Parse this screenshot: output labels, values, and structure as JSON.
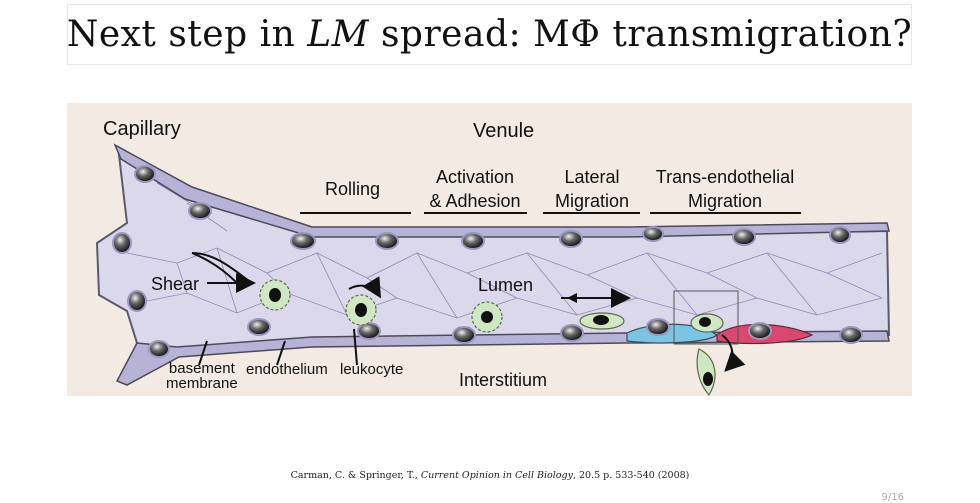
{
  "slide": {
    "title_pre": "Next step in ",
    "title_em": "LM",
    "title_post": " spread: MΦ transmigration?",
    "page": "9/16"
  },
  "diagram": {
    "labels": {
      "capillary": "Capillary",
      "venule": "Venule",
      "rolling": "Rolling",
      "activation_line1": "Activation",
      "activation_line2": "& Adhesion",
      "lateral_line1": "Lateral",
      "lateral_line2": "Migration",
      "trans_line1": "Trans-endothelial",
      "trans_line2": "Migration",
      "shear": "Shear",
      "lumen": "Lumen",
      "basement_line1": "basement",
      "basement_line2": "membrane",
      "endothelium": "endothelium",
      "leukocyte": "leukocyte",
      "interstitium": "Interstitium"
    },
    "colors": {
      "background": "#f3ebe3",
      "vessel_fill": "#dcd8ec",
      "cell_outline": "#9a96c0",
      "leukocyte_fill": "#cfe7c2",
      "blue_cell": "#7cc4e4",
      "red_cell": "#d9486e"
    }
  },
  "citation": {
    "authors": "Carman, C. & Springer, T., ",
    "journal": "Current Opinion in Cell Biology",
    "details": ", 20.5 p. 533-540 (2008)"
  }
}
